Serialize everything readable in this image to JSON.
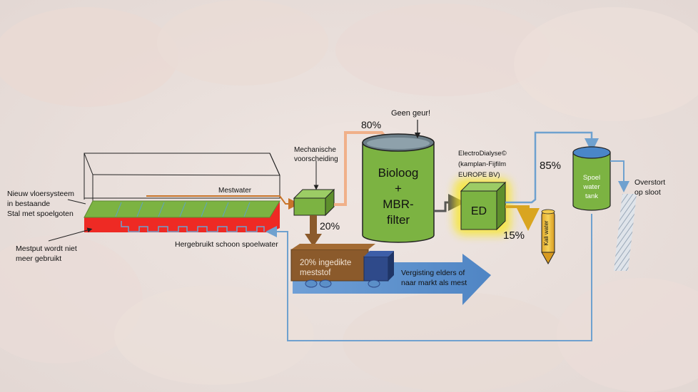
{
  "labels": {
    "nieuw_vloer": [
      "Nieuw vloersysteem",
      "in bestaande",
      "Stal met spoelgoten"
    ],
    "mestput": [
      "Mestput wordt niet",
      "meer  gebruikt"
    ],
    "hergebruikt": "Hergebruikt schoon spoelwater",
    "mestwater": "Mestwater",
    "mechanische": [
      "Mechanische",
      "voorscheiding"
    ],
    "pct_80": "80%",
    "pct_20": "20%",
    "pct_85": "85%",
    "pct_15": "15%",
    "geen_geur": "Geen geur!",
    "bioloog": [
      "Bioloog",
      "+",
      "MBR-",
      "filter"
    ],
    "electrodialyse": [
      "ElectroDialyse©",
      "(kamplan-Fijfilm",
      "EUROPE BV)"
    ],
    "ed": "ED",
    "kaliwater": "Kali water",
    "spoelwater_tank": [
      "Spoel",
      "water",
      "tank"
    ],
    "overstort": [
      "Overstort",
      "op sloot"
    ],
    "ingedikte": [
      "20% ingedikte",
      "meststof"
    ],
    "vergisting": [
      "Vergisting elders of",
      "naar markt als mest"
    ]
  },
  "colors": {
    "green": "#7cb342",
    "red": "#ee2a24",
    "orange_flow": "#c8742a",
    "peach_flow": "#f0b089",
    "blue_flow": "#6fa1cf",
    "brown": "#8b5a2b",
    "yellow_glow": "#f8e71c",
    "truck_blue": "#2f4a8a",
    "arrow_blue": "#5b8fc8"
  }
}
